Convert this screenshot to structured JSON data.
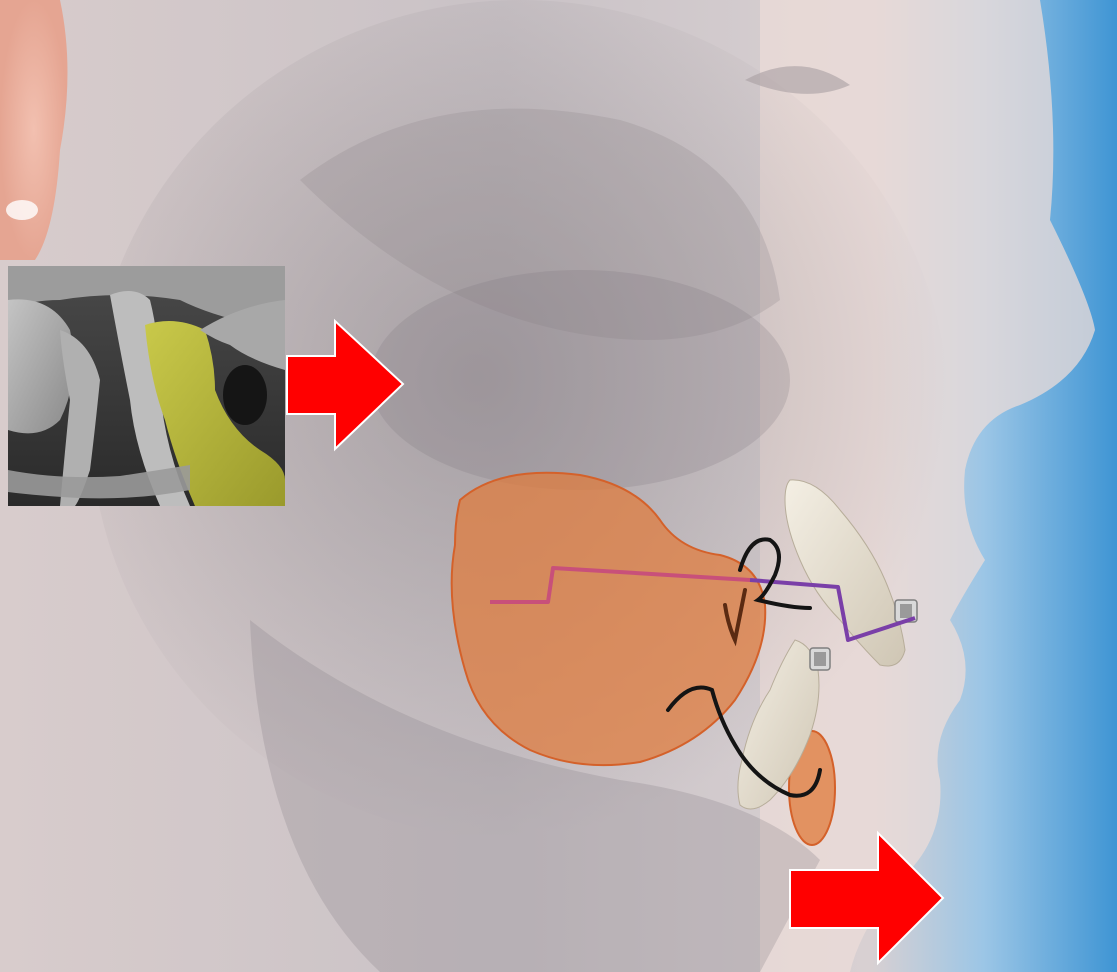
{
  "figure": {
    "subject": "lateral-face-with-orthodontic-overlay",
    "icons": [
      "jaw-joint-inset",
      "forward-arrow-upper",
      "forward-arrow-lower",
      "orthodontic-archwire",
      "elastic-loop",
      "tongue-region-highlight",
      "chin-highlight"
    ]
  },
  "colors": {
    "arrow": "#ff0000",
    "arrow_outline": "#ffffff",
    "tongue_fill": "#e07a3a",
    "tongue_stroke": "#d4612a",
    "archwire_pink": "#c8507a",
    "archwire_purple": "#7a3fa8",
    "elastic": "#141414",
    "bone_highlight": "#b8b83a",
    "background_blue": "#4a9fd8"
  }
}
